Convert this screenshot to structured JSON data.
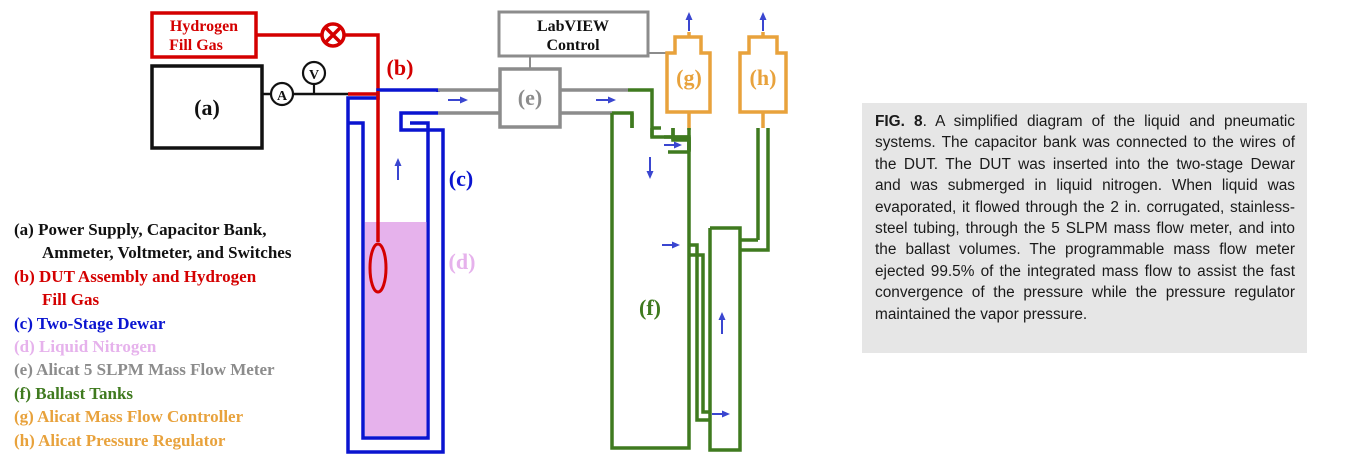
{
  "labels": {
    "hydrogen_fill_line1": "Hydrogen",
    "hydrogen_fill_line2": "Fill Gas",
    "labview_line1": "LabVIEW",
    "labview_line2": "Control",
    "power_supply": "(a)",
    "ammeter": "A",
    "voltmeter": "V",
    "dut": "(b)",
    "dewar": "(c)",
    "liquid_nitrogen": "(d)",
    "mass_flow_meter": "(e)",
    "ballast_tanks": "(f)",
    "mass_flow_controller": "(g)",
    "pressure_regulator": "(h)"
  },
  "legend": [
    {
      "lines": [
        "(a) Power Supply, Capacitor Bank,",
        "Ammeter, Voltmeter, and Switches"
      ],
      "color": "#111111"
    },
    {
      "lines": [
        "(b) DUT Assembly and Hydrogen",
        "Fill Gas"
      ],
      "color": "#d40000"
    },
    {
      "lines": [
        "(c) Two-Stage Dewar"
      ],
      "color": "#0a14d0"
    },
    {
      "lines": [
        "(d) Liquid Nitrogen"
      ],
      "color": "#e6b2ec"
    },
    {
      "lines": [
        "(e) Alicat 5 SLPM Mass Flow Meter"
      ],
      "color": "#8c8c8c"
    },
    {
      "lines": [
        "(f) Ballast Tanks"
      ],
      "color": "#3f7a1f"
    },
    {
      "lines": [
        "(g) Alicat Mass Flow Controller"
      ],
      "color": "#e8a23c"
    },
    {
      "lines": [
        "(h) Alicat Pressure Regulator"
      ],
      "color": "#e8a23c"
    }
  ],
  "caption": {
    "label": "FIG. 8",
    "text": ". A simplified diagram of the liquid and pneumatic systems. The capacitor bank was connected to the wires of the DUT. The DUT was inserted into the two-stage Dewar and was submerged in liquid nitrogen. When liquid was evaporated, it flowed through the 2 in. corrugated, stainless-steel tubing, through the 5 SLPM mass flow meter, and into the ballast volumes. The programmable mass flow meter ejected 99.5% of the integrated mass flow to assist the fast convergence of the pressure while the pressure regulator maintained the vapor pressure."
  },
  "colors": {
    "red": "#d40000",
    "blue": "#0a14d0",
    "lightpink": "#e6b2ec",
    "gray": "#8c8c8c",
    "green": "#3f7a1f",
    "orange": "#e8a23c",
    "arrow": "#3a46d0"
  }
}
